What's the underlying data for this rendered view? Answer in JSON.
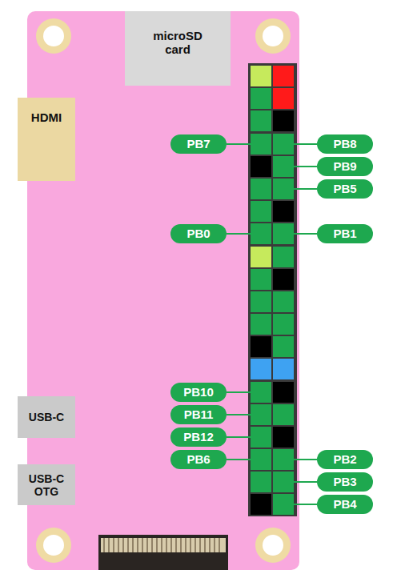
{
  "diagram": {
    "nodes": [
      {
        "text": [
          "microSD card"
        ]
      },
      {
        "text": [
          "HDMI"
        ]
      },
      {
        "text": [
          "PB7"
        ]
      },
      {
        "text": [
          "PB8"
        ]
      },
      {
        "text": [
          "PB9"
        ]
      },
      {
        "text": [
          "PB5"
        ]
      },
      {
        "text": [
          "PB0"
        ]
      },
      {
        "text": [
          "PB1"
        ]
      },
      {
        "text": [
          "PB10"
        ]
      },
      {
        "text": [
          "USB-C"
        ]
      },
      {
        "text": [
          "PB11"
        ]
      },
      {
        "text": [
          "PB12"
        ]
      },
      {
        "text": [
          "PB6"
        ]
      },
      {
        "text": [
          "PB2"
        ]
      },
      {
        "text": [
          "USB-C OTG"
        ]
      },
      {
        "text": [
          "PB3"
        ]
      },
      {
        "text": [
          "PB4"
        ]
      }
    ]
  }
}
